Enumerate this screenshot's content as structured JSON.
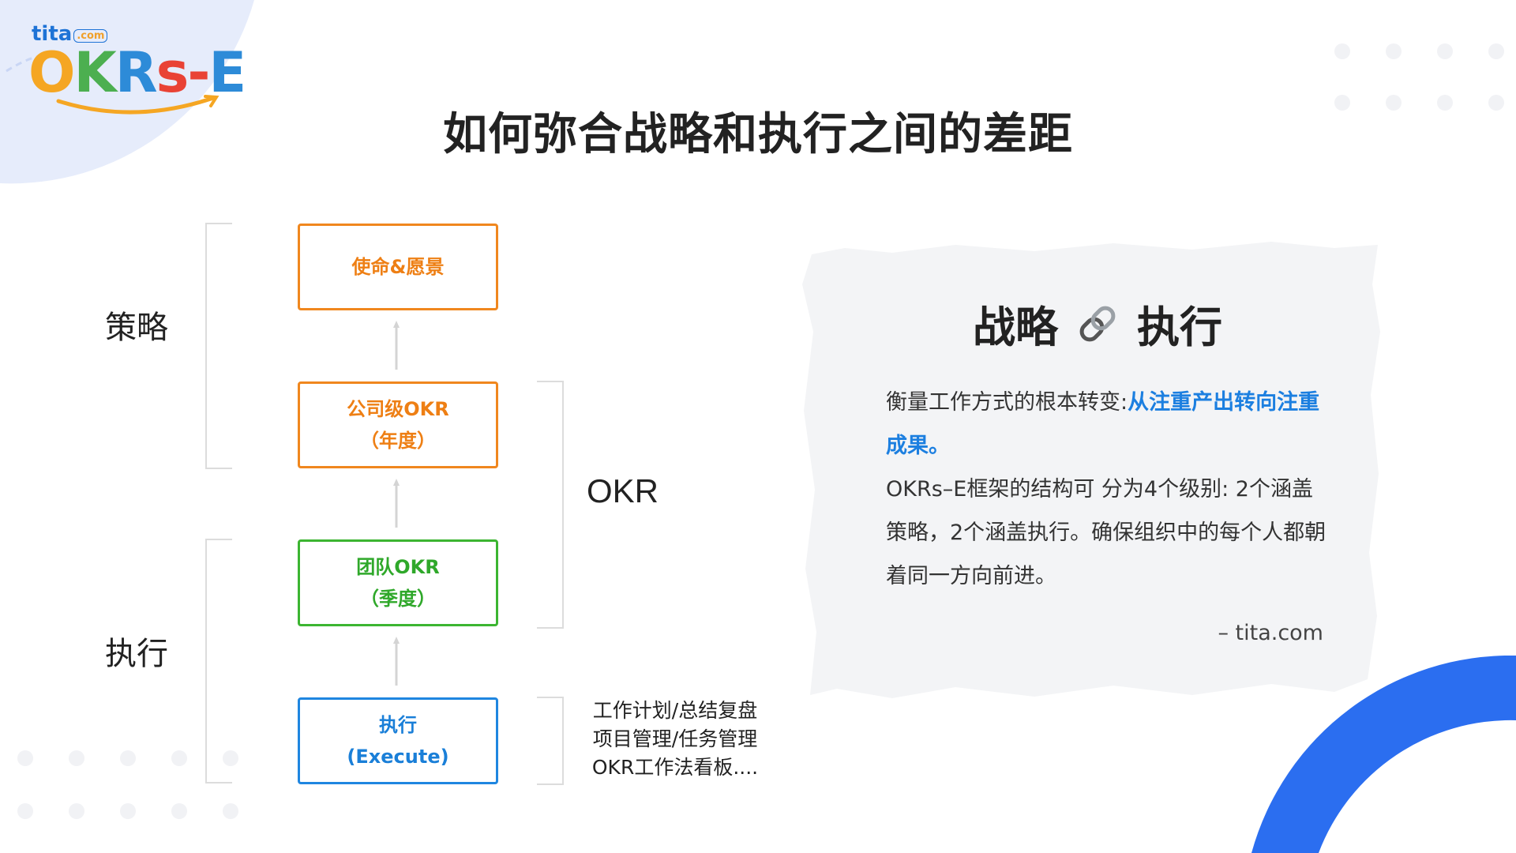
{
  "logo": {
    "small": "tita",
    "small_com": ".com",
    "main": [
      "O",
      "K",
      "R",
      "s-",
      "E"
    ]
  },
  "title": "如何弥合战略和执行之间的差距",
  "left": {
    "strategy_label": "策略",
    "execution_label": "执行"
  },
  "boxes": [
    {
      "line1": "使命&愿景",
      "line2": "",
      "color": "orange"
    },
    {
      "line1": "公司级OKR",
      "line2": "（年度）",
      "color": "orange"
    },
    {
      "line1": "团队OKR",
      "line2": "（季度）",
      "color": "green"
    },
    {
      "line1": "执行",
      "line2": "(Execute)",
      "color": "blue"
    }
  ],
  "okr_label": "OKR",
  "tools": [
    "工作计划/总结复盘",
    "项目管理/任务管理",
    "OKR工作法看板...."
  ],
  "card": {
    "title_left": "战略",
    "title_icon": "link-icon",
    "title_right": "执行",
    "para1_plain": "衡量工作方式的根本转变:",
    "para1_highlight": "从注重产出转向注重成果。",
    "para2": "OKRs–E框架的结构可 分为4个级别: 2个涵盖策略，2个涵盖执行。确保组织中的每个人都朝着同一方向前进。",
    "signature": "– tita.com"
  },
  "colors": {
    "orange": "#f0871e",
    "green": "#3cb531",
    "blue": "#1f86e0",
    "highlight": "#1c7fe0",
    "deco_blue": "#2b6ef0",
    "deco_light": "#e6ecfb"
  }
}
